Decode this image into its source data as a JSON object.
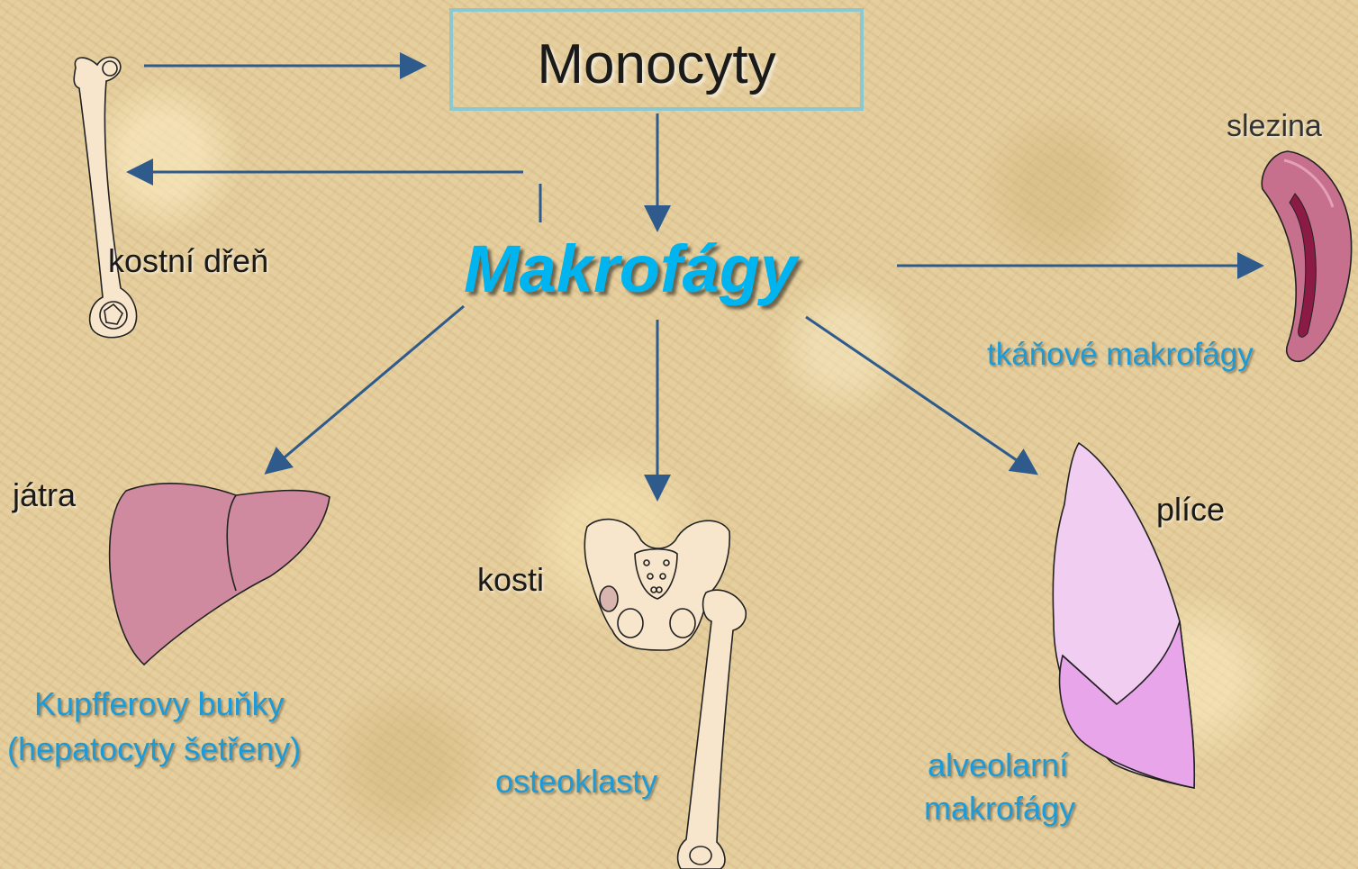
{
  "center": {
    "source": "Monocyty",
    "main": "Makrofágy"
  },
  "organs": {
    "bone_marrow": {
      "name": "kostní dřeň"
    },
    "spleen": {
      "name": "slezina",
      "cells": "tkáňové makrofágy"
    },
    "liver": {
      "name": "játra",
      "cells_line1": "Kupfferovy buňky",
      "cells_line2": "(hepatocyty šetřeny)"
    },
    "bones": {
      "name": "kosti",
      "cells": "osteoklasty"
    },
    "lungs": {
      "name": "plíce",
      "cells_line1": "alveolarní",
      "cells_line2": "makrofágy"
    }
  },
  "colors": {
    "arrow": "#2e5b8c",
    "box_border": "#8cc8d0",
    "organ_label": "#1a1a1a",
    "cell_label": "#1e9bd7",
    "macrophage_title": "#00b4f0",
    "liver_fill": "#cf8aa0",
    "lung_upper": "#f2cdf2",
    "lung_lower": "#e9a5ea",
    "spleen_fill": "#c7708e",
    "bone_fill": "#f7e6cc"
  },
  "icons": [
    "femur-icon",
    "spleen-icon",
    "liver-icon",
    "pelvis-icon",
    "lung-icon"
  ]
}
